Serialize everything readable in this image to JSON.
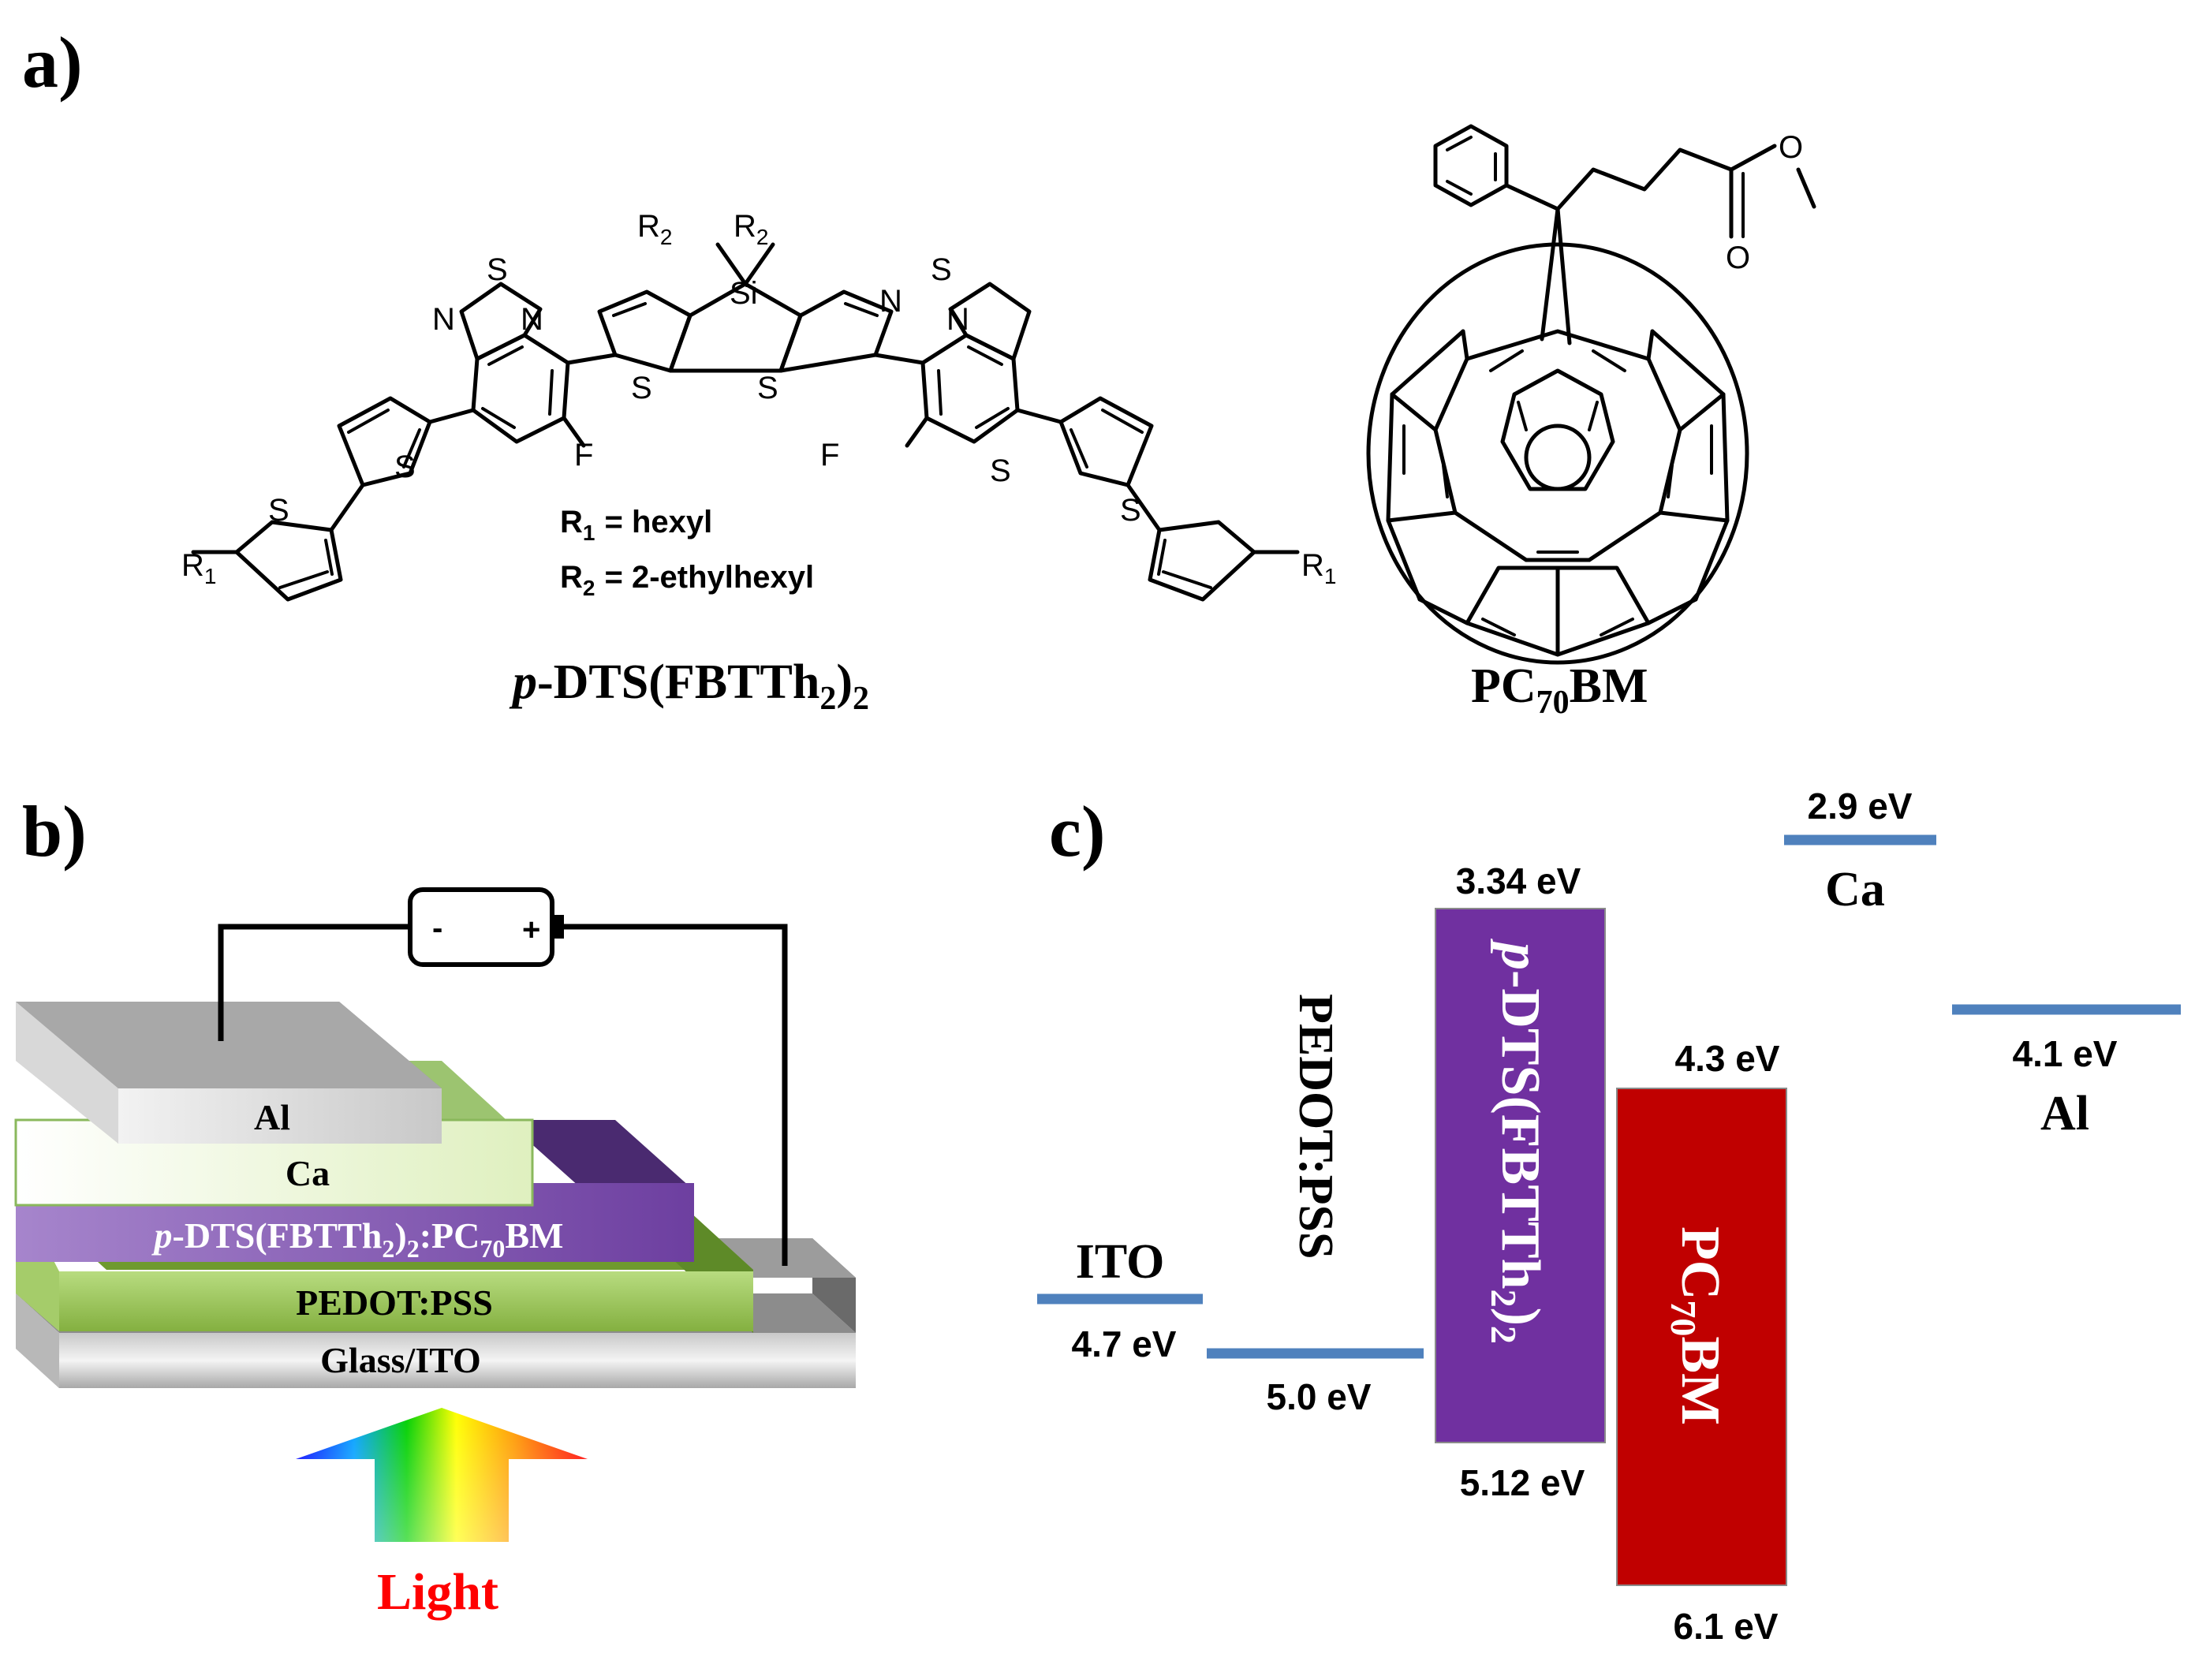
{
  "panels": {
    "a": "a)",
    "b": "b)",
    "c": "c)"
  },
  "molecules": {
    "donor": {
      "name_prefix": "p",
      "name_rest": "-DTS(FBTTh",
      "name_sub": "2",
      "name_close": ")",
      "name_sub2": "2",
      "r1_def": "= hexyl",
      "r2_def": "= 2-ethylhexyl",
      "atoms": {
        "R": "R",
        "sub1": "1",
        "sub2": "2",
        "S": "S",
        "N": "N",
        "F": "F",
        "Si": "Si"
      }
    },
    "acceptor": {
      "name_main": "PC",
      "name_sub": "70",
      "name_end": "BM",
      "atom_O": "O"
    }
  },
  "device": {
    "layers": [
      {
        "label": "Al",
        "color": "#c8c8c8"
      },
      {
        "label": "Ca",
        "color": "#e8f5c8"
      },
      {
        "label_prefix": "p",
        "label_rest": "-DTS(FBTTh",
        "label_sub": "2",
        "label_mid": ")",
        "label_sub2": "2",
        "label_tail": ":PC",
        "label_sub3": "70",
        "label_end": "BM",
        "color": "#8a5bb5"
      },
      {
        "label": "PEDOT:PSS",
        "color": "#9ec45a"
      },
      {
        "label": "Glass/ITO",
        "color": "#d4d4d4"
      }
    ],
    "battery": {
      "minus": "-",
      "plus": "+"
    },
    "light_label": "Light",
    "light_color": "#ff0000"
  },
  "energy_diagram": {
    "levels": {
      "ito": {
        "label": "ITO",
        "value": "4.7 eV"
      },
      "pedot": {
        "label": "PEDOT:PSS",
        "value": "5.0 eV"
      },
      "donor": {
        "lumo": "3.34 eV",
        "homo": "5.12 eV",
        "label_prefix": "p",
        "label_rest": "-DTS(FBTTh",
        "label_sub": "2",
        "label_close": ")",
        "label_sub2": "2",
        "color": "#7030a0"
      },
      "acceptor": {
        "lumo": "4.3 eV",
        "homo": "6.1 eV",
        "label_main": "PC",
        "label_sub": "70",
        "label_end": "BM",
        "color": "#c00000"
      },
      "ca": {
        "label": "Ca",
        "value": "2.9 eV"
      },
      "al": {
        "label": "Al",
        "value": "4.1 eV"
      }
    },
    "line_color": "#4f81bd"
  }
}
